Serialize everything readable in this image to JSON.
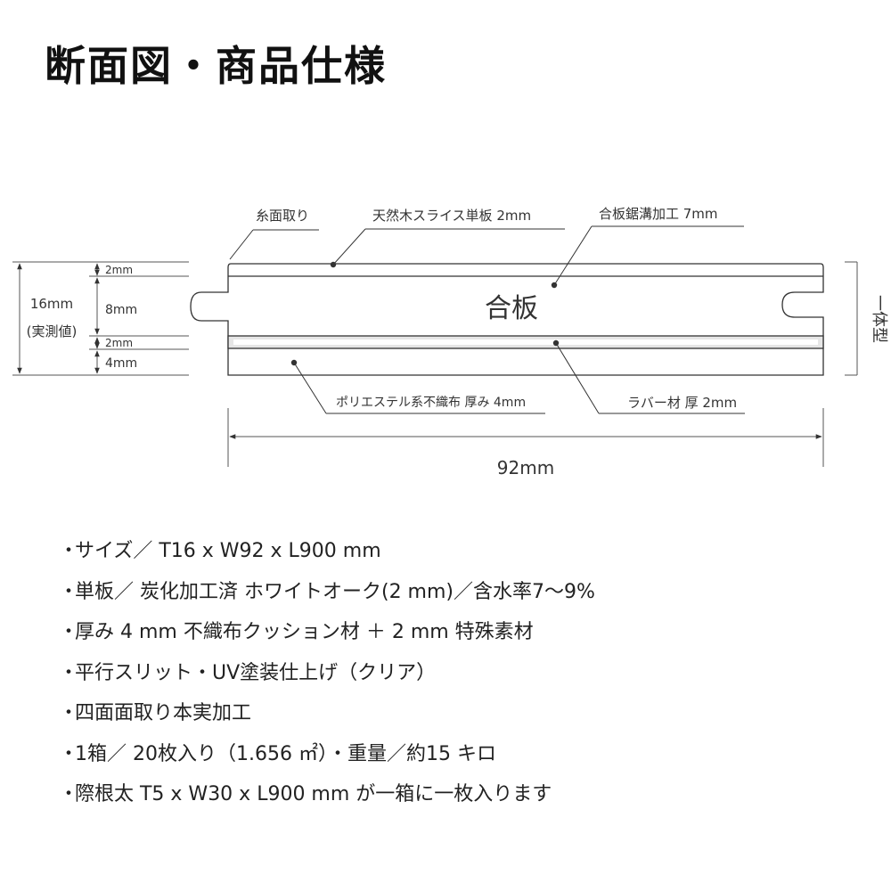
{
  "title": "断面図・商品仕様",
  "diagram": {
    "labels": {
      "chamfer": "糸面取り",
      "veneer": "天然木スライス単板 2mm",
      "groove": "合板鋸溝加工 7mm",
      "plywood": "合板",
      "felt": "ポリエステル系不織布 厚み 4mm",
      "rubber": "ラバー材 厚 2mm",
      "width": "92mm",
      "one_piece": "一体型"
    },
    "layers": [
      {
        "label": "2mm",
        "mm": 2
      },
      {
        "label": "8mm",
        "mm": 8
      },
      {
        "label": "2mm",
        "mm": 2
      },
      {
        "label": "4mm",
        "mm": 4
      }
    ],
    "total": {
      "label": "16mm",
      "note": "(実測値)"
    }
  },
  "specs": [
    "サイズ／ T16 x W92 x L900 mm",
    "単板／ 炭化加工済 ホワイトオーク(2 mm)／含水率7～9%",
    "厚み 4 mm 不織布クッション材 ＋ 2 mm 特殊素材",
    "平行スリット・UV塗装仕上げ（クリア）",
    "四面面取り本実加工",
    "1箱／ 20枚入り（1.656 ㎡）・重量／約15 キロ",
    "際根太 T5 x W30 x L900 mm が一箱に一枚入ります"
  ]
}
